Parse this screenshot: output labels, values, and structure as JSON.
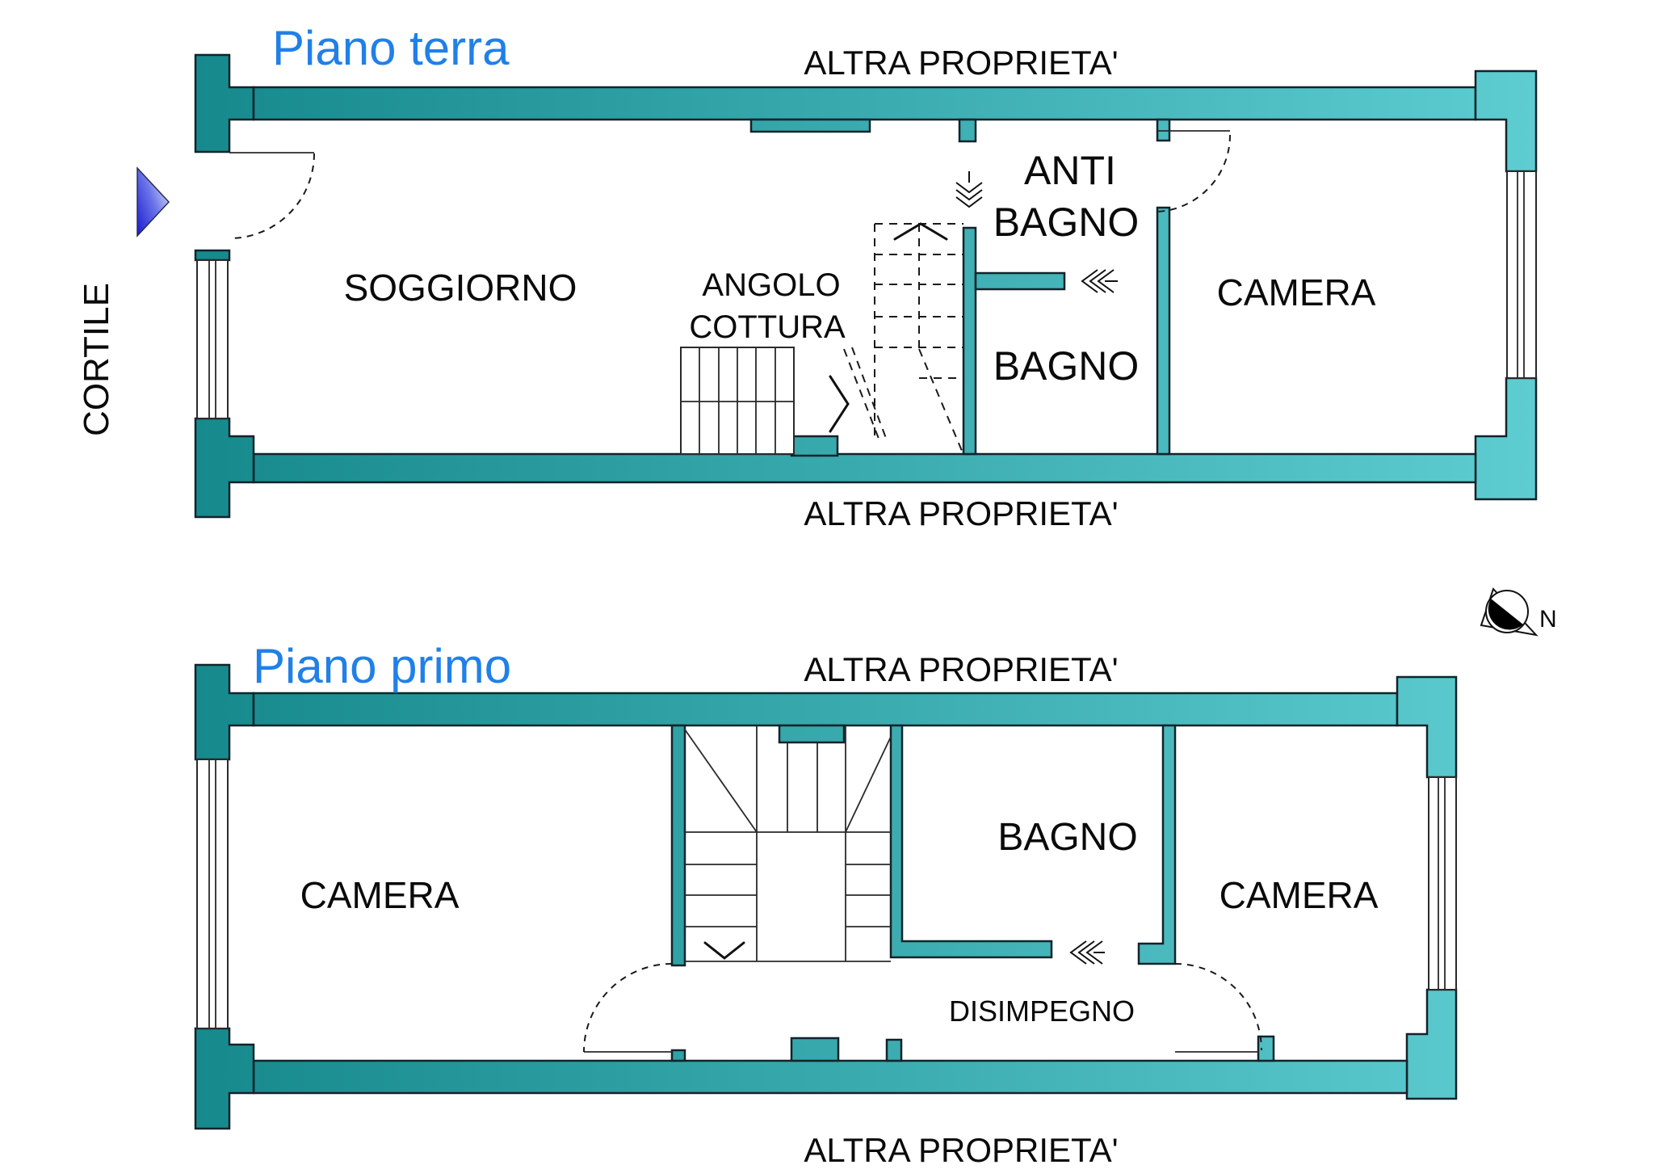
{
  "colors": {
    "wall_teal_dark": "#16898c",
    "wall_teal_light": "#5ecdd1",
    "title_blue": "#2080e8",
    "arrow_blue_dark": "#1b1bd0",
    "arrow_blue_light": "#dcdff9",
    "line_black": "#1a1a1a"
  },
  "floor_ground": {
    "title": "Piano terra",
    "label_outside_top": "ALTRA PROPRIETA'",
    "label_outside_bottom": "ALTRA PROPRIETA'",
    "label_outside_left": "CORTILE",
    "room_living": "SOGGIORNO",
    "room_kitchen_line1": "ANGOLO",
    "room_kitchen_line2": "COTTURA",
    "room_antibath_line1": "ANTI",
    "room_antibath_line2": "BAGNO",
    "room_bath": "BAGNO",
    "room_bedroom": "CAMERA"
  },
  "floor_first": {
    "title": "Piano primo",
    "label_outside_top": "ALTRA PROPRIETA'",
    "label_outside_bottom": "ALTRA PROPRIETA'",
    "room_bedroom_left": "CAMERA",
    "room_bath": "BAGNO",
    "room_bedroom_right": "CAMERA",
    "room_hall": "DISIMPEGNO"
  },
  "compass": {
    "north_label": "N"
  }
}
